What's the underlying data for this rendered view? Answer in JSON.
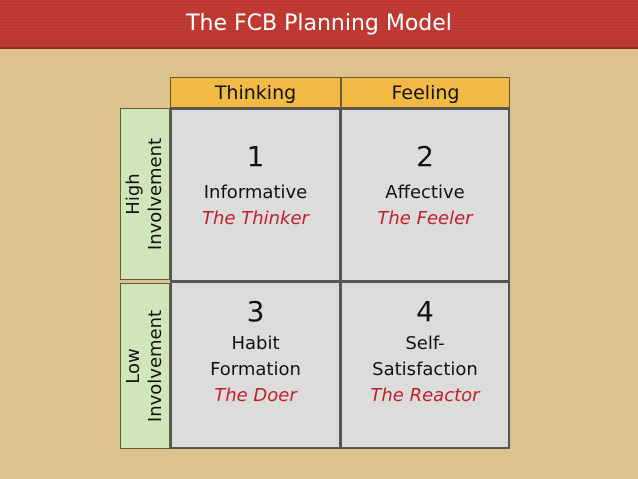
{
  "title": "The FCB Planning Model",
  "columns": [
    "Thinking",
    "Feeling"
  ],
  "rows": [
    "High Involvement",
    "Low Involvement"
  ],
  "row_lines": [
    [
      "High",
      "Involvement"
    ],
    [
      "Low",
      "Involvement"
    ]
  ],
  "quadrants": [
    {
      "number": "1",
      "name_lines": [
        "Informative"
      ],
      "persona": "The Thinker"
    },
    {
      "number": "2",
      "name_lines": [
        "Affective"
      ],
      "persona": "The Feeler"
    },
    {
      "number": "3",
      "name_lines": [
        "Habit",
        "Formation"
      ],
      "persona": "The Doer"
    },
    {
      "number": "4",
      "name_lines": [
        "Self-",
        "Satisfaction"
      ],
      "persona": "The Reactor"
    }
  ],
  "colors": {
    "title_bar": "#c23a34",
    "background": "#dcc38e",
    "column_header": "#f2b944",
    "row_header": "#cfe6ba",
    "cell": "#dcdcdc",
    "persona_text": "#c0202a"
  }
}
